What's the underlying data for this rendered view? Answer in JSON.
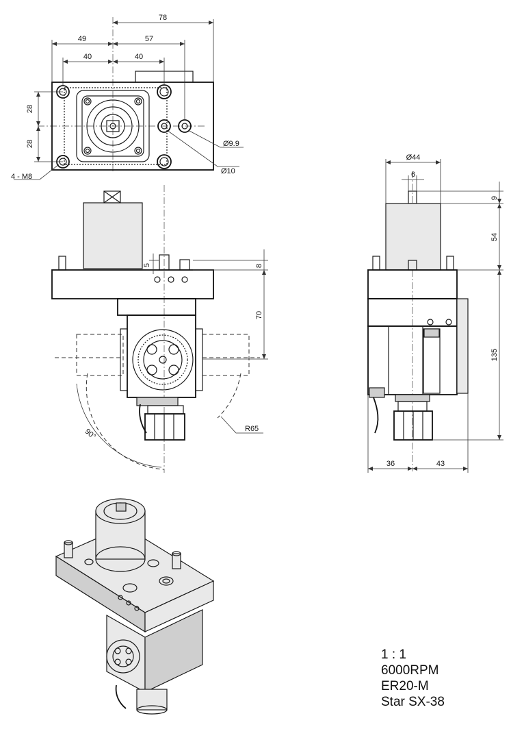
{
  "dimensions": {
    "top_overall": "78",
    "top_49": "49",
    "top_57": "57",
    "top_40a": "40",
    "top_40b": "40",
    "left_28a": "28",
    "left_28b": "28",
    "thread": "4 - M8",
    "dia_9_9": "Ø9.9",
    "dia_10": "Ø10",
    "front_5": "5",
    "front_8": "8",
    "front_70": "70",
    "front_angle": "90°",
    "front_radius": "R65",
    "side_dia44": "Ø44",
    "side_6": "6",
    "side_9": "9",
    "side_54": "54",
    "side_135": "135",
    "side_36": "36",
    "side_43": "43"
  },
  "notes": {
    "scale": "1 : 1",
    "speed": "6000RPM",
    "collet": "ER20-M",
    "machine": "Star SX-38"
  }
}
